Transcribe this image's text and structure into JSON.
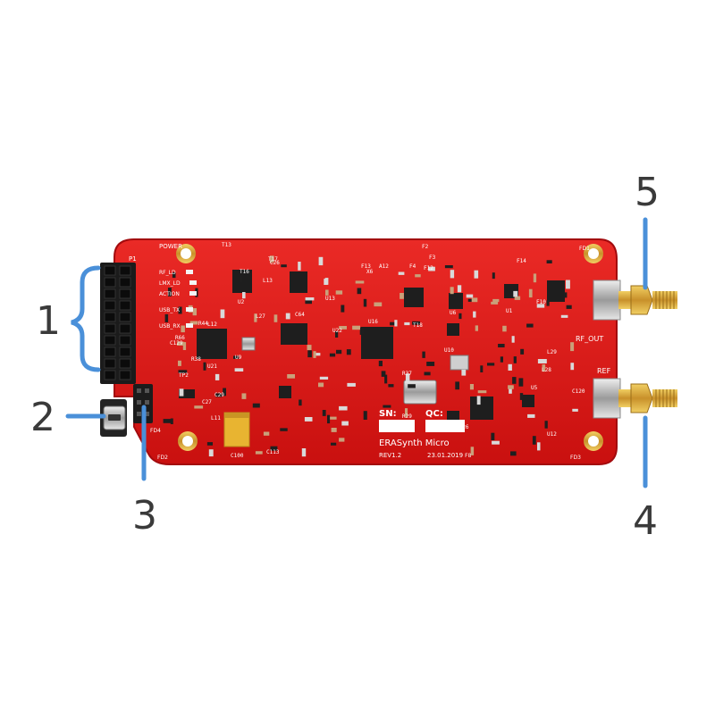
{
  "board": {
    "product_name": "ERASynth Micro",
    "revision": "REV1.2",
    "date": "23.01.2019",
    "sn_label": "SN:",
    "qc_label": "QC:",
    "power_label": "POWER",
    "rf_out_label": "RF_OUT",
    "ref_label": "REF",
    "header_label": "P1",
    "fiducials": [
      "FD1",
      "FD2",
      "FD3",
      "FD4"
    ],
    "led_labels": [
      "RF_LD",
      "LMX_LD",
      "ACTION",
      "USB_TX",
      "USB_RX"
    ],
    "components": [
      "U1",
      "U2",
      "U5",
      "U6",
      "U9",
      "U10",
      "U12",
      "U13",
      "U16",
      "U21",
      "U22",
      "C64",
      "C100",
      "C113",
      "C120",
      "C126",
      "C129",
      "F2",
      "F3",
      "F4",
      "F8",
      "F10",
      "F12",
      "F13",
      "F14",
      "T13",
      "T16",
      "T17",
      "T18",
      "TP2",
      "L11",
      "L12",
      "L13",
      "L27",
      "L28",
      "L29",
      "R29",
      "R37",
      "R38",
      "R44",
      "R66",
      "A12",
      "X6",
      "C26",
      "C27",
      "C29"
    ]
  },
  "callouts": [
    "1",
    "2",
    "3",
    "4",
    "5"
  ],
  "colors": {
    "pcb": "#e0151a",
    "pcb_edge": "#b30c10",
    "gold": "#d6a530",
    "callout_line": "#4a90d9",
    "callout_text": "#3a3a3a"
  }
}
